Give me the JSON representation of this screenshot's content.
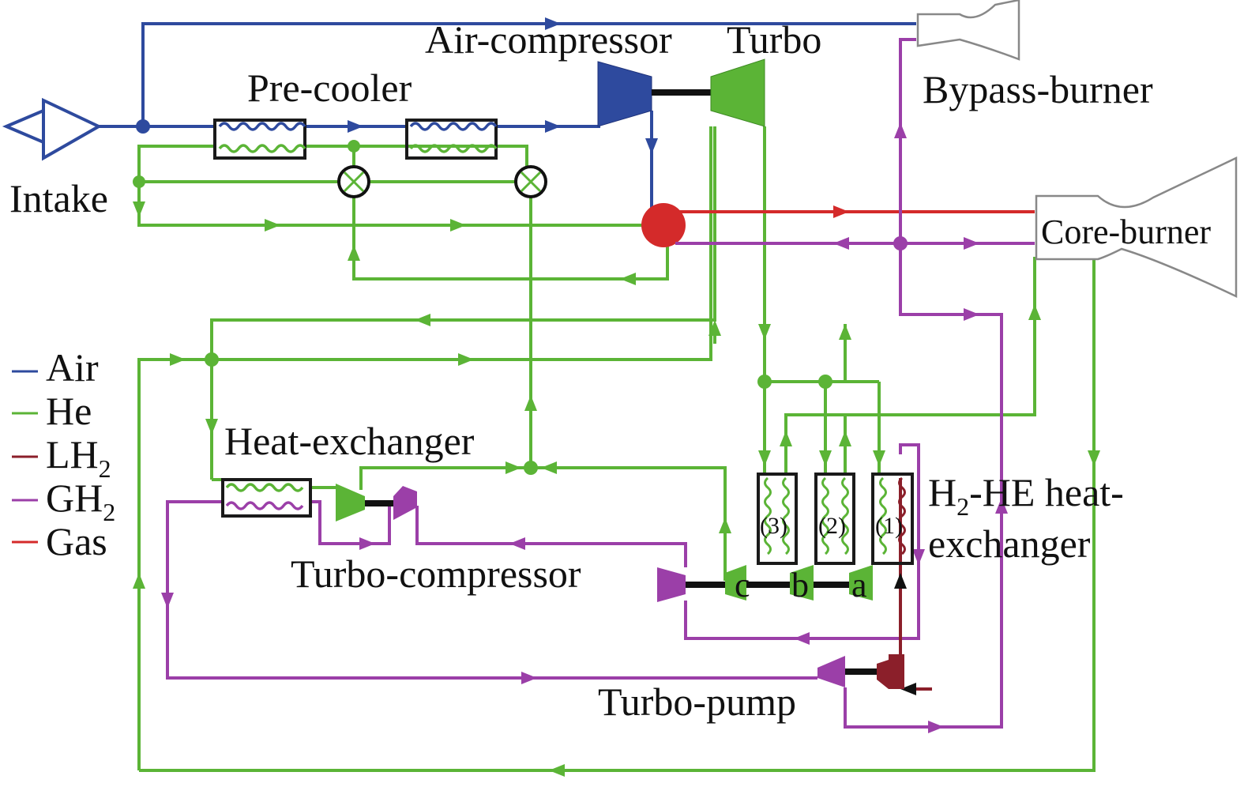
{
  "title": "Pre-cooled air-breathing engine thermodynamic cycle schematic",
  "colors": {
    "air": "#2e4a9e",
    "he": "#5bb436",
    "lh2": "#8b1f2a",
    "gh2": "#9b3fa8",
    "gas": "#d42a2a"
  },
  "labels": {
    "intake": "Intake",
    "pre_cooler": "Pre-cooler",
    "air_compressor": "Air-compressor",
    "turbo": "Turbo",
    "bypass_burner": "Bypass-burner",
    "core_burner": "Core-burner",
    "heat_exchanger": "Heat-exchanger",
    "turbo_compressor": "Turbo-compressor",
    "turbo_pump": "Turbo-pump",
    "h2_he_line1_prefix": "H",
    "h2_he_line1_sub": "2",
    "h2_he_line1_suffix": "-HE heat-",
    "h2_he_line2": "exchanger"
  },
  "hx_stages": [
    "(3)",
    "(2)",
    "(1)"
  ],
  "turbine_stages": [
    "c",
    "b",
    "a"
  ],
  "legend": [
    {
      "key": "air",
      "label": "Air",
      "sub": ""
    },
    {
      "key": "he",
      "label": "He",
      "sub": ""
    },
    {
      "key": "lh2",
      "label": "LH",
      "sub": "2"
    },
    {
      "key": "gh2",
      "label": "GH",
      "sub": "2"
    },
    {
      "key": "gas",
      "label": "Gas",
      "sub": ""
    }
  ]
}
